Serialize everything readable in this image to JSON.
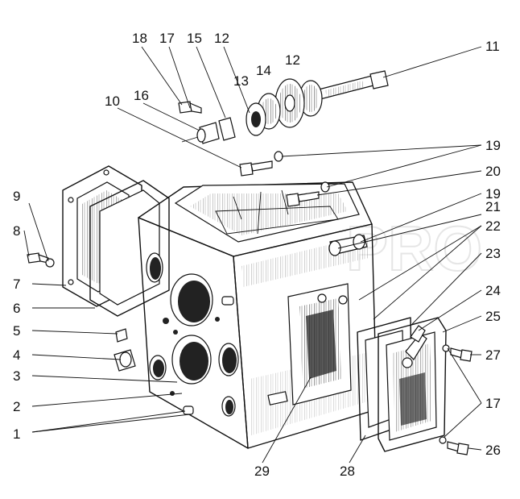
{
  "labels": {
    "l1": "1",
    "l2": "2",
    "l3": "3",
    "l4": "4",
    "l5": "5",
    "l6": "6",
    "l7": "7",
    "l8": "8",
    "l9": "9",
    "l10": "10",
    "l11": "11",
    "l12a": "12",
    "l12b": "12",
    "l13": "13",
    "l14": "14",
    "l15": "15",
    "l16": "16",
    "l17a": "17",
    "l17b": "17",
    "l18": "18",
    "l19a": "19",
    "l19b": "19",
    "l20": "20",
    "l21": "21",
    "l22": "22",
    "l23": "23",
    "l24": "24",
    "l25": "25",
    "l26": "26",
    "l27": "27",
    "l28": "28",
    "l29": "29"
  },
  "watermark": "PRO"
}
